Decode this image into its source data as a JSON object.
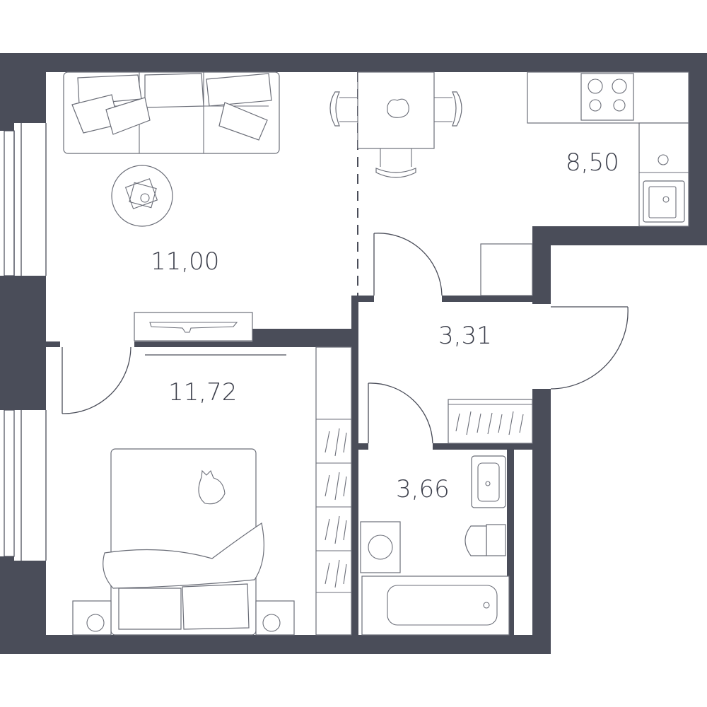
{
  "rooms": [
    {
      "id": "living",
      "area": "11,00"
    },
    {
      "id": "kitchen",
      "area": "8,50"
    },
    {
      "id": "hall",
      "area": "3,31"
    },
    {
      "id": "bedroom",
      "area": "11,72"
    },
    {
      "id": "bathroom",
      "area": "3,66"
    }
  ],
  "icons": [
    "sofa-icon",
    "coffee-table-icon",
    "dining-table-icon",
    "chair-icon",
    "stove-icon",
    "sink-icon",
    "tv-icon",
    "bed-icon",
    "cat-icon",
    "bathtub-icon",
    "toilet-icon",
    "washbasin-icon",
    "washing-machine-icon",
    "wardrobe-icon",
    "nightstand-icon",
    "door-icon",
    "window-icon"
  ],
  "colors": {
    "wall": "#4a4d59",
    "line": "#6b6e78",
    "background": "#ffffff"
  }
}
